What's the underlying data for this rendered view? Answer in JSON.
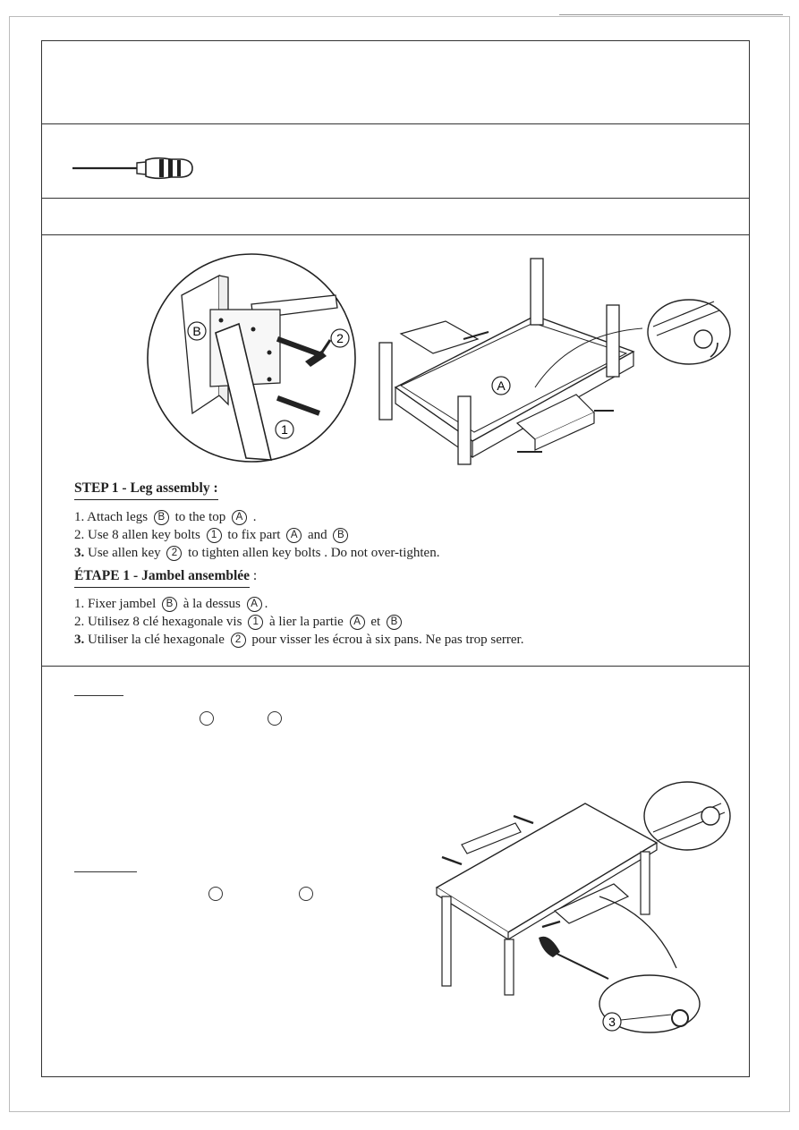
{
  "step1": {
    "heading_en": "STEP 1 -  Leg assembly :",
    "instructions_en": {
      "l1_a": "1.  Attach legs ",
      "l1_b": "B",
      "l1_c": " to the top ",
      "l1_d": "A",
      "l1_e": " .",
      "l2_a": "2. Use 8 allen key bolts ",
      "l2_b": "1",
      "l2_c": "  to fix part ",
      "l2_d": "A",
      "l2_e": " and ",
      "l2_f": "B",
      "l3_num": "3.",
      "l3_a": " Use  allen key ",
      "l3_b": "2",
      "l3_c": "  to tighten allen key bolts . Do not over-tighten."
    },
    "heading_fr": "ÉTAPE 1 - Jambel ansemblée",
    "heading_fr_colon": " :",
    "instructions_fr": {
      "l1_a": "1. Fixer jambel ",
      "l1_b": "B",
      "l1_c": " à la dessus  ",
      "l1_d": "A",
      "l1_e": ".",
      "l2_a": "2. Utilisez 8 clé hexagonale vis ",
      "l2_b": "1",
      "l2_c": " à lier la partie ",
      "l2_d": "A",
      "l2_e": " et ",
      "l2_f": "B",
      "l3_num": "3.",
      "l3_a": " Utiliser la clé hexagonale ",
      "l3_b": "2",
      "l3_c": "  pour visser les écrou à six pans. Ne pas trop serrer."
    },
    "diagram_labels": {
      "part_b": "B",
      "part_a": "A",
      "bolt": "1",
      "key": "2"
    }
  },
  "step2": {
    "diagram_labels": {
      "screw": "3"
    }
  }
}
